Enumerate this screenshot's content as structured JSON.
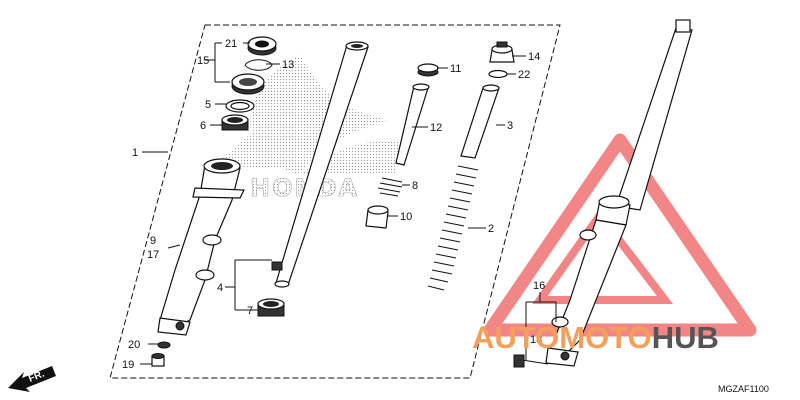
{
  "diagram": {
    "code": "MGZAF1100",
    "direction": "FR.",
    "watermark": {
      "part1": "AUTO",
      "part2": "MOTO",
      "part3": "HUB",
      "color_main": "#f5a05a",
      "color_hub": "#555555",
      "triangle": "#f07070"
    },
    "brand_mark": "HONDA",
    "callouts": {
      "c1": "1",
      "c2": "2",
      "c3": "3",
      "c4": "4",
      "c5": "5",
      "c6": "6",
      "c7": "7",
      "c8": "8",
      "c9": "9",
      "c10": "10",
      "c11": "11",
      "c12": "12",
      "c13": "13",
      "c14": "14",
      "c15": "15",
      "c16": "16",
      "c17": "17",
      "c18": "18",
      "c19": "19",
      "c20": "20",
      "c21": "21",
      "c22": "22"
    }
  }
}
